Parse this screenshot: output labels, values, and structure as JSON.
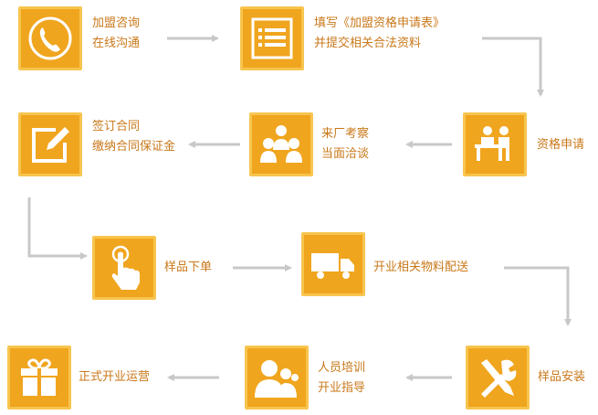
{
  "steps": [
    {
      "icon": "phone-icon",
      "lines": [
        "加盟咨询",
        "在线沟通"
      ]
    },
    {
      "icon": "form-list-icon",
      "lines": [
        "填写《加盟资格申请表》",
        "并提交相关合法资料"
      ]
    },
    {
      "icon": "reception-desk-icon",
      "lines": [
        "资格申请"
      ]
    },
    {
      "icon": "group-meeting-icon",
      "lines": [
        "来厂考察",
        "当面洽谈"
      ]
    },
    {
      "icon": "sign-contract-icon",
      "lines": [
        "签订合同",
        "缴纳合同保证金"
      ]
    },
    {
      "icon": "touch-order-icon",
      "lines": [
        "样品下单"
      ]
    },
    {
      "icon": "delivery-truck-icon",
      "lines": [
        "开业相关物料配送"
      ]
    },
    {
      "icon": "tools-install-icon",
      "lines": [
        "样品安装"
      ]
    },
    {
      "icon": "people-training-icon",
      "lines": [
        "人员培训",
        "开业指导"
      ]
    },
    {
      "icon": "gift-icon",
      "lines": [
        "正式开业运营"
      ]
    }
  ],
  "colors": {
    "tile": "#f0a51e",
    "tile_border": "#f7c54f",
    "text": "#c9781a",
    "arrow": "#c8c8c8"
  }
}
